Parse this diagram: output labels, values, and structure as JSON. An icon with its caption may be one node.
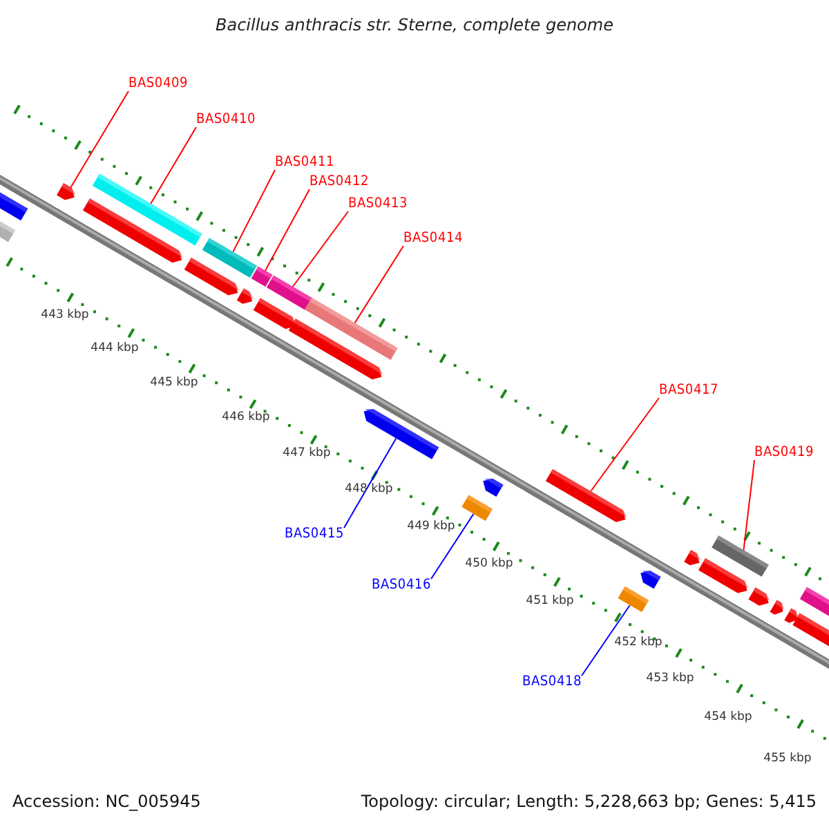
{
  "diagram": {
    "title": "Bacillus anthracis str. Sterne, complete genome",
    "nodes": [
      {
        "text": [
          "BAS0409"
        ]
      },
      {
        "text": [
          "BAS0410"
        ]
      },
      {
        "text": [
          "BAS0411"
        ]
      },
      {
        "text": [
          "BAS0412"
        ]
      },
      {
        "text": [
          "BAS0413"
        ]
      },
      {
        "text": [
          "BAS0414"
        ]
      },
      {
        "text": [
          "BAS0415"
        ]
      },
      {
        "text": [
          "BAS0416"
        ]
      },
      {
        "text": [
          "BAS0417"
        ]
      },
      {
        "text": [
          "BAS0418"
        ]
      },
      {
        "text": [
          "BAS0419"
        ]
      },
      {
        "text": [],
        "shape": "bar"
      },
      {
        "text": [],
        "shape": "bar"
      },
      {
        "text": [],
        "shape": "arrow"
      },
      {
        "text": [],
        "shape": "bar"
      },
      {
        "text": [],
        "shape": "arrow"
      },
      {
        "text": [],
        "shape": "arrow"
      },
      {
        "text": [],
        "shape": "bar"
      },
      {
        "text": [],
        "shape": "arrow"
      },
      {
        "text": [],
        "shape": "bar"
      },
      {
        "text": [],
        "shape": "bar"
      },
      {
        "text": [],
        "shape": "arrow"
      },
      {
        "text": [],
        "shape": "arrow"
      },
      {
        "text": [],
        "shape": "bar"
      },
      {
        "text": [],
        "shape": "arrow"
      },
      {
        "text": [],
        "shape": "bar"
      },
      {
        "text": [],
        "shape": "arrow"
      },
      {
        "text": [],
        "shape": "arrow"
      },
      {
        "text": [],
        "shape": "bar"
      },
      {
        "text": [],
        "shape": "arrow"
      },
      {
        "text": [],
        "shape": "arrow"
      },
      {
        "text": [],
        "shape": "arrow"
      },
      {
        "text": [],
        "shape": "bar"
      },
      {
        "text": [],
        "shape": "arrow"
      },
      {
        "text": [],
        "shape": "arrow"
      },
      {
        "text": [],
        "shape": "arrow"
      },
      {
        "text": [],
        "shape": "bar"
      },
      {
        "text": [],
        "shape": "arrow"
      }
    ],
    "edges": [
      {
        "from": 0,
        "to": 13,
        "arrow": "none"
      },
      {
        "from": 1,
        "to": 14,
        "arrow": "none"
      },
      {
        "from": 2,
        "to": 17,
        "arrow": "none"
      },
      {
        "from": 3,
        "to": 19,
        "arrow": "none"
      },
      {
        "from": 4,
        "to": 20,
        "arrow": "none"
      },
      {
        "from": 5,
        "to": 23,
        "arrow": "none"
      },
      {
        "from": 6,
        "to": 24,
        "arrow": "none",
        "color": "#0000ff"
      },
      {
        "from": 7,
        "to": 25,
        "arrow": "none",
        "color": "#0000ff"
      },
      {
        "from": 8,
        "to": 27,
        "arrow": "none"
      },
      {
        "from": 9,
        "to": 28,
        "arrow": "none",
        "color": "#0000ff"
      },
      {
        "from": 10,
        "to": 32,
        "arrow": "none"
      }
    ],
    "labels": [
      "443 kbp",
      "444 kbp",
      "445 kbp",
      "446 kbp",
      "447 kbp",
      "448 kbp",
      "449 kbp",
      "450 kbp",
      "451 kbp",
      "452 kbp",
      "453 kbp",
      "454 kbp",
      "455 kbp",
      "Accession: NC_005945",
      "Topology: circular; Length: 5,228,663 bp; Genes: 5,415"
    ]
  }
}
